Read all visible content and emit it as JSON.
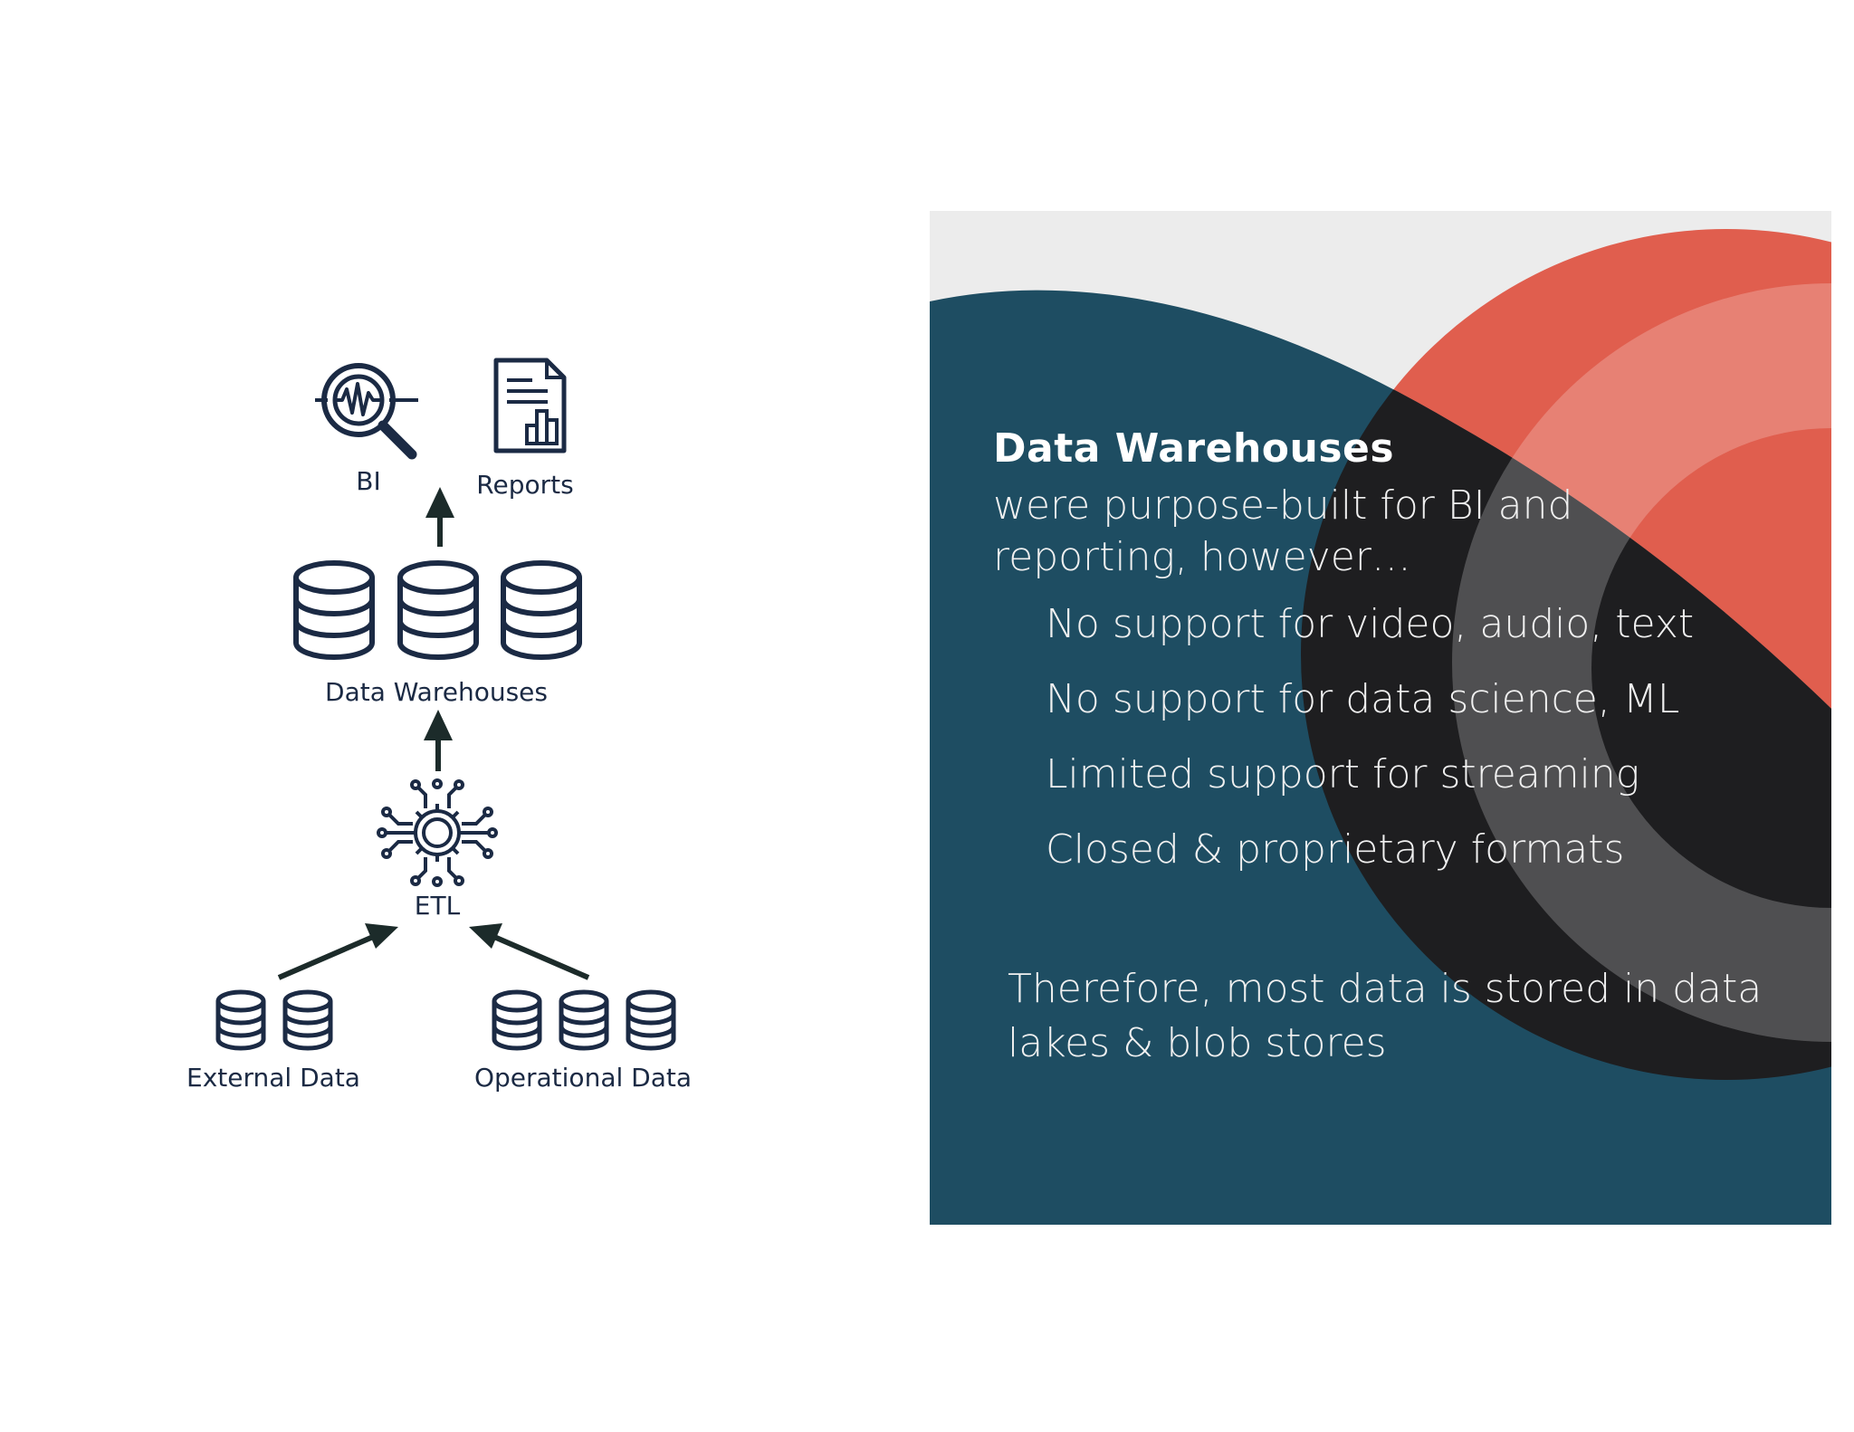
{
  "diagram": {
    "labels": {
      "bi": "BI",
      "reports": "Reports",
      "data_warehouses": "Data Warehouses",
      "etl": "ETL",
      "external_data": "External Data",
      "operational_data": "Operational Data"
    },
    "icons": [
      "bi-magnifier-icon",
      "report-document-icon",
      "database-icon",
      "etl-gear-icon",
      "arrow-icon"
    ],
    "colors": {
      "icon": "#1b2a44",
      "arrow": "#1c2b2a"
    }
  },
  "panel": {
    "heading": "Data Warehouses",
    "intro": "were purpose-built for BI and reporting, however…",
    "bullets": [
      "No support for video, audio, text",
      "No support for data science, ML",
      "Limited support for streaming",
      "Closed & proprietary formats"
    ],
    "conclusion": "Therefore, most data is stored in data lakes & blob stores",
    "colors": {
      "teal": "#1e4d62",
      "coral": "#e05e4e",
      "dark": "#1e1e20",
      "light_gray": "#ececec",
      "light_coral": "#e58577",
      "gray_teal": "#4a7484"
    }
  }
}
